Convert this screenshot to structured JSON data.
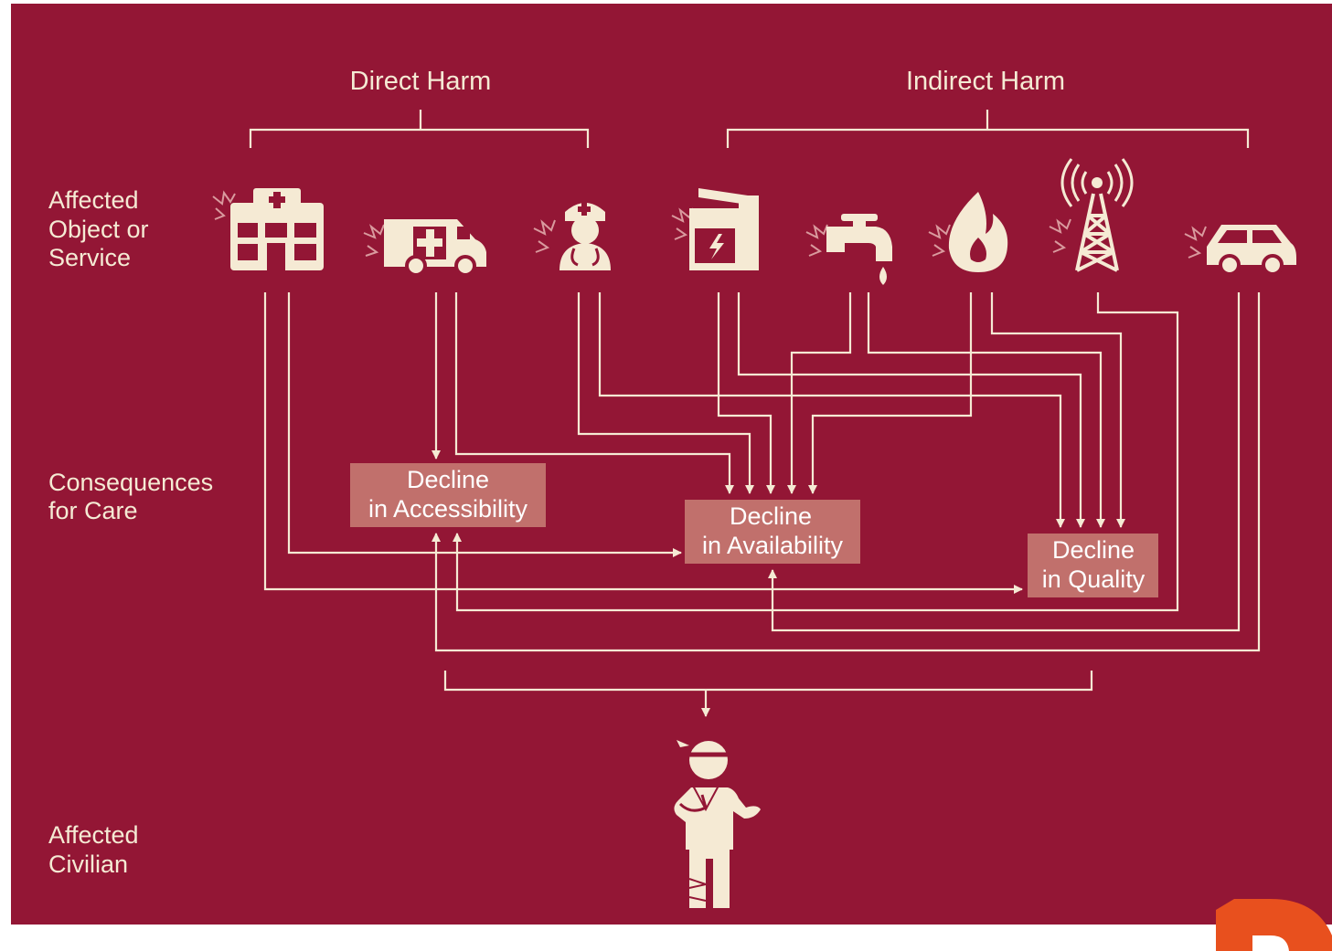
{
  "groups": {
    "direct": "Direct Harm",
    "indirect": "Indirect Harm"
  },
  "rows": {
    "object_line1": "Affected",
    "object_line2": "Object or",
    "object_line3": "Service",
    "consequence_line1": "Consequences",
    "consequence_line2": "for Care",
    "civilian_line1": "Affected",
    "civilian_line2": "Civilian"
  },
  "consequences": {
    "accessibility_line1": "Decline",
    "accessibility_line2": "in Accessibility",
    "availability_line1": "Decline",
    "availability_line2": "in Availability",
    "quality_line1": "Decline",
    "quality_line2": "in Quality"
  },
  "icons": [
    "hospital-icon",
    "ambulance-icon",
    "health-worker-icon",
    "power-plant-icon",
    "water-tap-icon",
    "fuel-flame-icon",
    "telecom-tower-icon",
    "car-icon",
    "injured-civilian-icon"
  ],
  "colors": {
    "background": "#931635",
    "foreground": "#f5ead4",
    "consequence_box": "#c1706c",
    "logo": "#e8501e"
  }
}
